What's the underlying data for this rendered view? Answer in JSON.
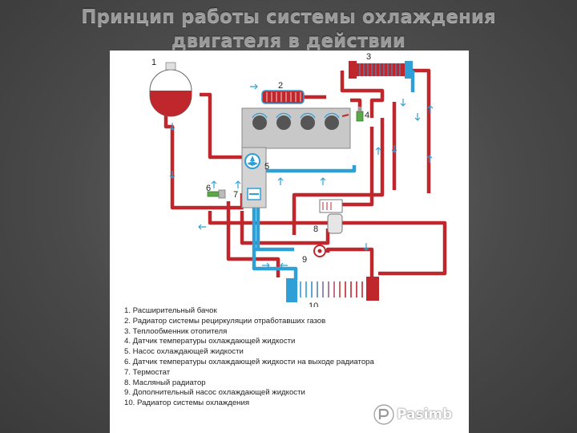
{
  "slide": {
    "title_line1": "Принцип работы системы охлаждения",
    "title_line2": "двигателя в действии"
  },
  "diagram": {
    "labels": [
      "1",
      "2",
      "3",
      "4",
      "5",
      "6",
      "7",
      "8",
      "9",
      "10"
    ],
    "legend": [
      "1. Расширительный бачок",
      "2. Радиатор системы рециркуляции отработавших газов",
      "3. Теплообменник отопителя",
      "4. Датчик температуры охлаждающей жидкости",
      "5. Насос охлаждающей жидкости",
      "6. Датчик температуры охлаждающей жидкости на выходе радиатора",
      "7. Термостат",
      "8. Масляный радиатор",
      "9. Дополнительный насос охлаждающей жидкости",
      "10. Радиатор системы охлаждения"
    ],
    "colors": {
      "hot": "#c0272d",
      "cold": "#2f9fd6",
      "engine": "#c8c8c8"
    },
    "icons": [
      "expansion-tank-icon",
      "egr-cooler-icon",
      "heater-core-icon",
      "temperature-sensor-icon",
      "water-pump-icon",
      "thermostat-icon",
      "oil-cooler-icon",
      "auxiliary-pump-icon",
      "radiator-icon"
    ]
  },
  "watermark": {
    "text": "Pasimb"
  }
}
